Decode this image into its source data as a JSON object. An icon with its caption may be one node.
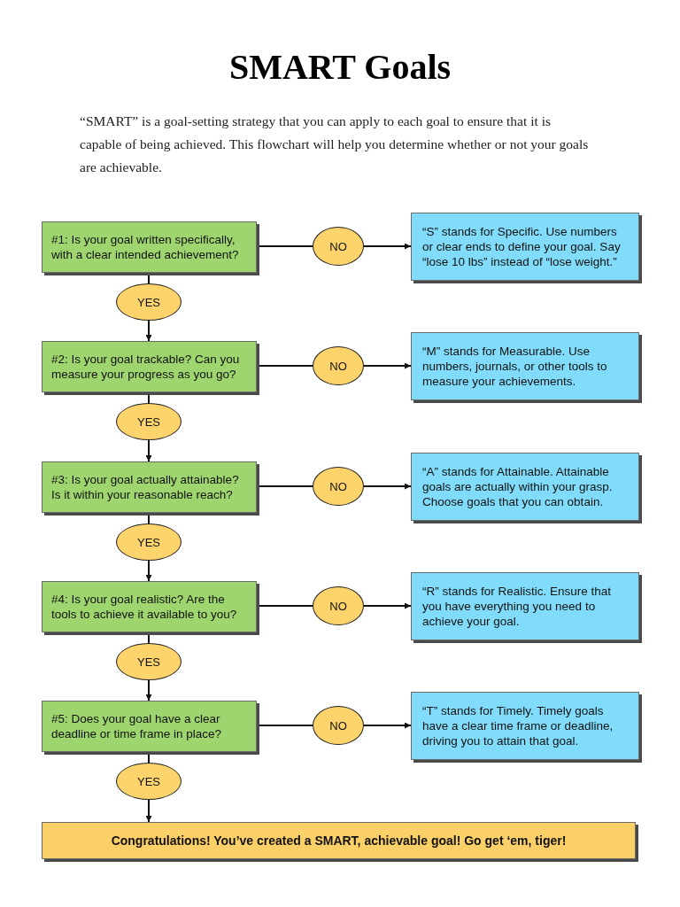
{
  "diagram": {
    "title": "SMART Goals",
    "caption": "“SMART” is a goal-setting strategy that you can apply to each goal to ensure that it is capable of being achieved. This flowchart will help you determine whether or not your goals are achievable.",
    "nodes": [
      {
        "text": [
          "#1: Is your goal written specifically, with a clear intended achievement?"
        ]
      },
      {
        "text": [
          "NO"
        ]
      },
      {
        "text": [
          "“S” stands for Specific. Use numbers or clear ends to define your goal. Say “lose 10 lbs” instead of “lose weight.”"
        ]
      },
      {
        "text": [
          "YES"
        ]
      },
      {
        "text": [
          "#2: Is your goal trackable? Can you measure your progress as you go?"
        ]
      },
      {
        "text": [
          "NO"
        ]
      },
      {
        "text": [
          "“M” stands for Measurable. Use numbers, journals, or other tools to measure your achievements."
        ]
      },
      {
        "text": [
          "YES"
        ]
      },
      {
        "text": [
          "#3: Is your goal actually attainable? Is it within your reasonable reach?"
        ]
      },
      {
        "text": [
          "NO"
        ]
      },
      {
        "text": [
          "“A” stands for Attainable. Attainable goals are actually within your grasp. Choose goals that you can obtain."
        ]
      },
      {
        "text": [
          "YES"
        ]
      },
      {
        "text": [
          "#4: Is your goal realistic? Are the tools to achieve it available to you?"
        ]
      },
      {
        "text": [
          "NO"
        ]
      },
      {
        "text": [
          "“R” stands for Realistic. Ensure that you have everything you need to achieve your goal."
        ]
      },
      {
        "text": [
          "YES"
        ]
      },
      {
        "text": [
          "#5: Does your goal have a clear deadline or time frame in place?"
        ]
      },
      {
        "text": [
          "NO"
        ]
      },
      {
        "text": [
          "“T” stands for Timely. Timely goals have a clear time frame or deadline, driving you to attain that goal."
        ]
      },
      {
        "text": [
          "YES"
        ]
      },
      {
        "text": [
          "Congratulations! You’ve created a SMART, achievable goal! Go get ‘em, tiger!"
        ]
      }
    ],
    "edges": [
      {
        "from": 0,
        "to": 1,
        "arrow": "none"
      },
      {
        "from": 1,
        "to": 2,
        "arrow": "to"
      },
      {
        "from": 0,
        "to": 3,
        "arrow": "none"
      },
      {
        "from": 3,
        "to": 4,
        "arrow": "to"
      },
      {
        "from": 4,
        "to": 5,
        "arrow": "none"
      },
      {
        "from": 5,
        "to": 6,
        "arrow": "to"
      },
      {
        "from": 4,
        "to": 7,
        "arrow": "none"
      },
      {
        "from": 7,
        "to": 8,
        "arrow": "to"
      },
      {
        "from": 8,
        "to": 9,
        "arrow": "none"
      },
      {
        "from": 9,
        "to": 10,
        "arrow": "to"
      },
      {
        "from": 8,
        "to": 11,
        "arrow": "none"
      },
      {
        "from": 11,
        "to": 12,
        "arrow": "to"
      },
      {
        "from": 12,
        "to": 13,
        "arrow": "none"
      },
      {
        "from": 13,
        "to": 14,
        "arrow": "to"
      },
      {
        "from": 12,
        "to": 15,
        "arrow": "none"
      },
      {
        "from": 15,
        "to": 16,
        "arrow": "to"
      },
      {
        "from": 16,
        "to": 17,
        "arrow": "none"
      },
      {
        "from": 17,
        "to": 18,
        "arrow": "to"
      },
      {
        "from": 16,
        "to": 19,
        "arrow": "none"
      },
      {
        "from": 19,
        "to": 20,
        "arrow": "to"
      }
    ]
  }
}
